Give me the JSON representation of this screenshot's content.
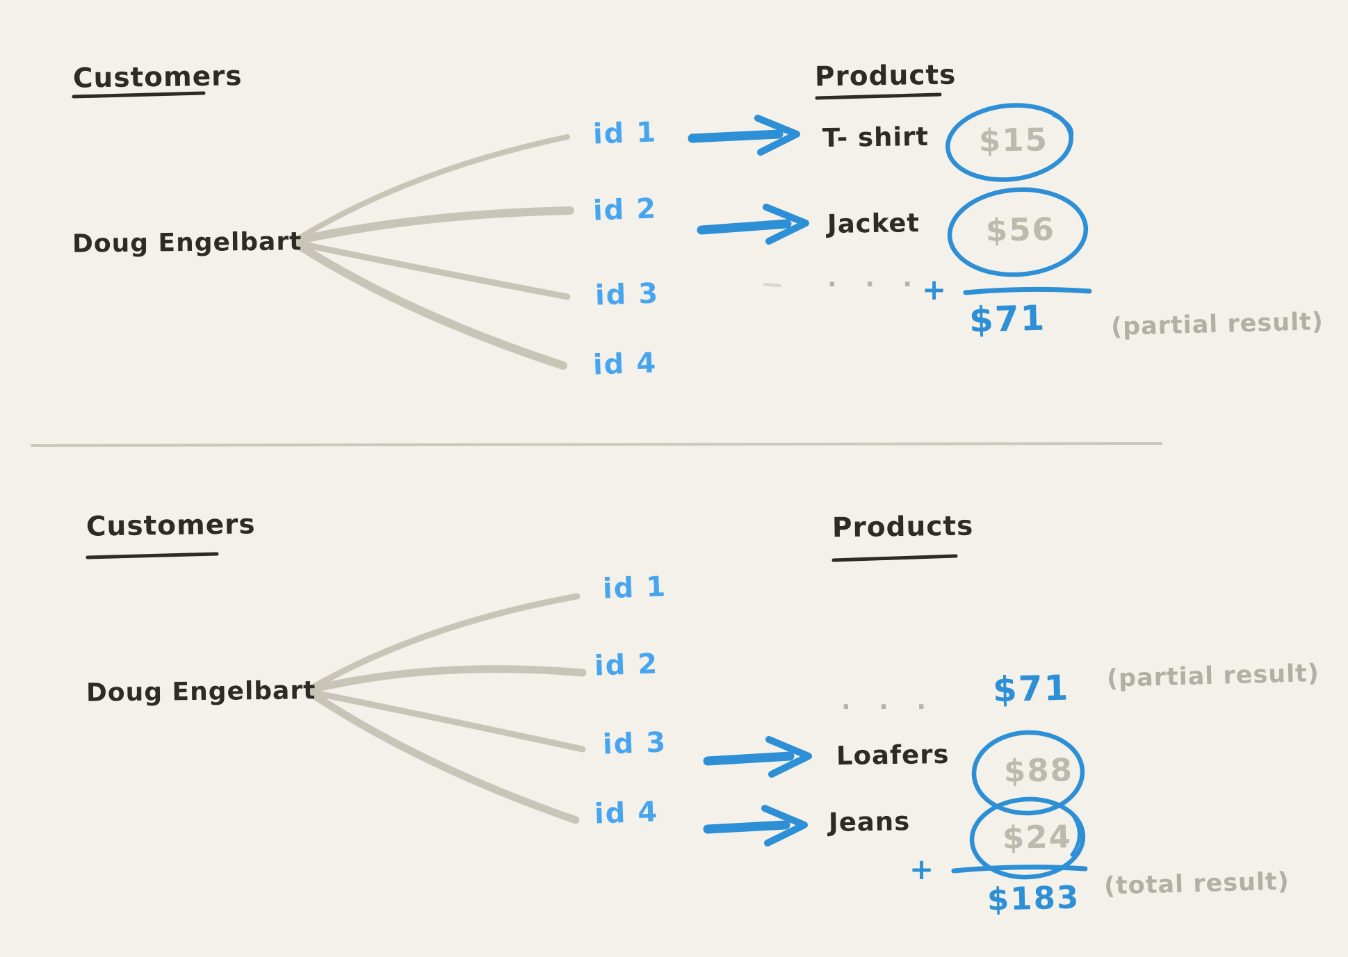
{
  "palette": {
    "background": "#f3f1ea",
    "ink": "#2e2b26",
    "gray_text": "#bdb9ad",
    "gray_line": "#c8c4b8",
    "blue_id": "#47a5f0",
    "blue_strong": "#2d8fd6"
  },
  "top_panel": {
    "customers_heading": "Customers",
    "products_heading": "Products",
    "customer_name": "Doug Engelbart",
    "ids": [
      "id 1",
      "id 2",
      "id 3",
      "id 4"
    ],
    "matches": [
      {
        "id": "id 1",
        "product": "T- shirt",
        "price": "$15"
      },
      {
        "id": "id 2",
        "product": "Jacket",
        "price": "$56"
      }
    ],
    "ellipsis": "· · ·",
    "plus": "+",
    "partial_sum": "$71",
    "partial_label": "(partial result)"
  },
  "bottom_panel": {
    "customers_heading": "Customers",
    "products_heading": "Products",
    "customer_name": "Doug Engelbart",
    "ids": [
      "id 1",
      "id 2",
      "id 3",
      "id 4"
    ],
    "ellipsis": "· · ·",
    "carried_sum": "$71",
    "carried_label": "(partial result)",
    "matches": [
      {
        "id": "id 3",
        "product": "Loafers",
        "price": "$88"
      },
      {
        "id": "id 4",
        "product": "Jeans",
        "price": "$24"
      }
    ],
    "plus": "+",
    "total_sum": "$183",
    "total_label": "(total result)"
  }
}
